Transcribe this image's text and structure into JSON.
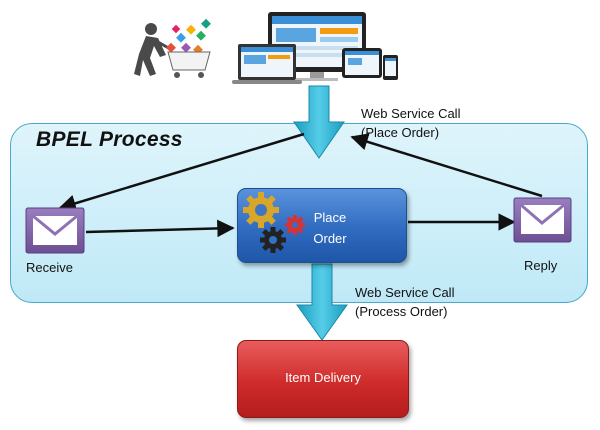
{
  "process": {
    "title": "BPEL Process"
  },
  "nodes": {
    "receive": "Receive",
    "place_order": [
      "Place",
      "Order"
    ],
    "reply": "Reply",
    "item_delivery": "Item Delivery"
  },
  "calls": {
    "place_order": [
      "Web Service Call",
      "(Place Order)"
    ],
    "process_order": [
      "Web Service Call",
      "(Process Order)"
    ]
  },
  "colors": {
    "arrow_cyan": "#2fb4d4",
    "place_order_blue": "#2f6bc0",
    "item_delivery_red": "#cf2b2b",
    "envelope_purple": "#7a5a9e"
  },
  "icons": [
    "shopper-cart-icon",
    "devices-icon",
    "envelope-icon",
    "gears-icon"
  ]
}
